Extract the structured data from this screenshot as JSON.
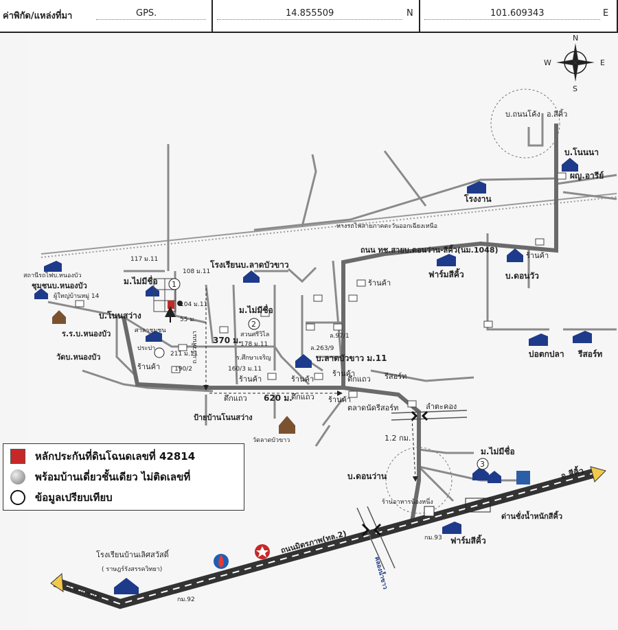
{
  "header": {
    "location_label": "ค่าพิกัด/แหล่งที่มา",
    "source": "GPS.",
    "latitude": "14.855509",
    "lat_dir": "N",
    "longitude": "101.609343",
    "lon_dir": "E"
  },
  "compass": {
    "n": "N",
    "s": "S",
    "e": "E",
    "w": "W"
  },
  "labels": {
    "ban_thanon_khong": "บ.ถนนโค้ง",
    "to_sikhio_top": "อ.สีคิ้ว",
    "ban_non_na": "บ.โนนนา",
    "headman_arri": "ผญ.อารีย์",
    "factory": "โรงงาน",
    "railway": "ทางรถไฟสายภาคตะวันออกเฉียงเหนือ",
    "highway_1048": "ถนน ทช.สายบ.ดอนว่าน-สีคิ้ว(นม.1048)",
    "farm_sikhio_top": "ฟาร์มสีคิ้ว",
    "ban_don_wua": "บ.ดอนวัว",
    "shop": "ร้านค้า",
    "fish_pond": "บ่อตกปลา",
    "resort": "รีสอร์ท",
    "school_lat_bua_khao": "โรงเรียนบ.ลาดบัวขาว",
    "moo_mai_mi_chue": "ม.ไม่มีชื่อ",
    "h117": "117 ม.11",
    "h108": "108 ม.11",
    "h104": "104 ม.11",
    "dist_55": "55 ม.",
    "dist_370": "370 ม.",
    "dist_620": "620 ม.",
    "dist_1_2": "1.2 กม.",
    "health_station": "สถานีรถไฟบ.หนองบัว",
    "community_nong_bua": "ชุมชนบ.หนองบัว",
    "headman_moo14": "ผู้ใหญ่บ้านหมู่ 14",
    "ban_non_sawang": "บ.โนนสว่าง",
    "school_rrb_nong_bua": "ร.ร.บ.หนองบัว",
    "wat_nong_bua": "วัดบ.หนองบัว",
    "sala_chumchon": "ศาลาชุมชน",
    "water_supply": "ประปา",
    "h211": "211 ม.11",
    "h190": "190/2",
    "road_name": "ถ.แก้วพันนา",
    "moo_mai_mi_chue_2": "ม.ไม่มีชื่อ",
    "suan_sri_wilai": "สวนศรีวิไล",
    "h178": "178 ม.11",
    "sueksa_charoen": "ร.ศึกษาเจริญ",
    "h160": "160/3 ม.11",
    "h263": "ล.263/9",
    "h97": "ล.97/1",
    "ban_lat_bua_khao": "บ.ลาดบัวขาว ม.11",
    "shophouse": "ตึกแถว",
    "sign_non_sawang": "ป้ายบ้านโนนสว่าง",
    "wat_lat_bua_khao": "วัดลาดบัวขาว",
    "fresh_market": "ตลาดนัด",
    "lam_takhong": "ลำตะคอง",
    "ban_don_wan": "บ.ดอนว่าน",
    "restaurant": "ร้านอาหารน้องหนึ่ง",
    "weigh_station": "ด่านชั่งน้ำหนักสีคิ้ว",
    "km93": "กม.93",
    "km92": "กม.92",
    "mittraphap_road": "ถนนมิตรภาพ(ทล.2)",
    "klong_nam_khao": "คลองน้ำขาว",
    "farm_sikhio_bottom": "ฟาร์มสีคิ้ว",
    "to_sikhio_bottom": "อ.สีคิ้ว",
    "to_pak_chong": "อ.ปากช่อง",
    "school_loet": "โรงเรียนบ้านเลิศสวัสดิ์",
    "school_loet_sub": "( ราษฎร์รังสรรควิทยา)",
    "circle_1": "1",
    "circle_2": "2",
    "circle_3": "3"
  },
  "legend": {
    "item_red": "หลักประกันที่ดินโฉนดเลขที่ 42814",
    "item_gray": "พร้อมบ้านเดี่ยวชั้นเดียว ไม่ติดเลขที่",
    "item_open": "ข้อมูลเปรียบเทียบ"
  },
  "colors": {
    "road": "#8a8a8a",
    "main_road": "#5f5f5f",
    "house": "#1e3a8a",
    "subject": "#c62828",
    "accent": "#f2c94c"
  }
}
